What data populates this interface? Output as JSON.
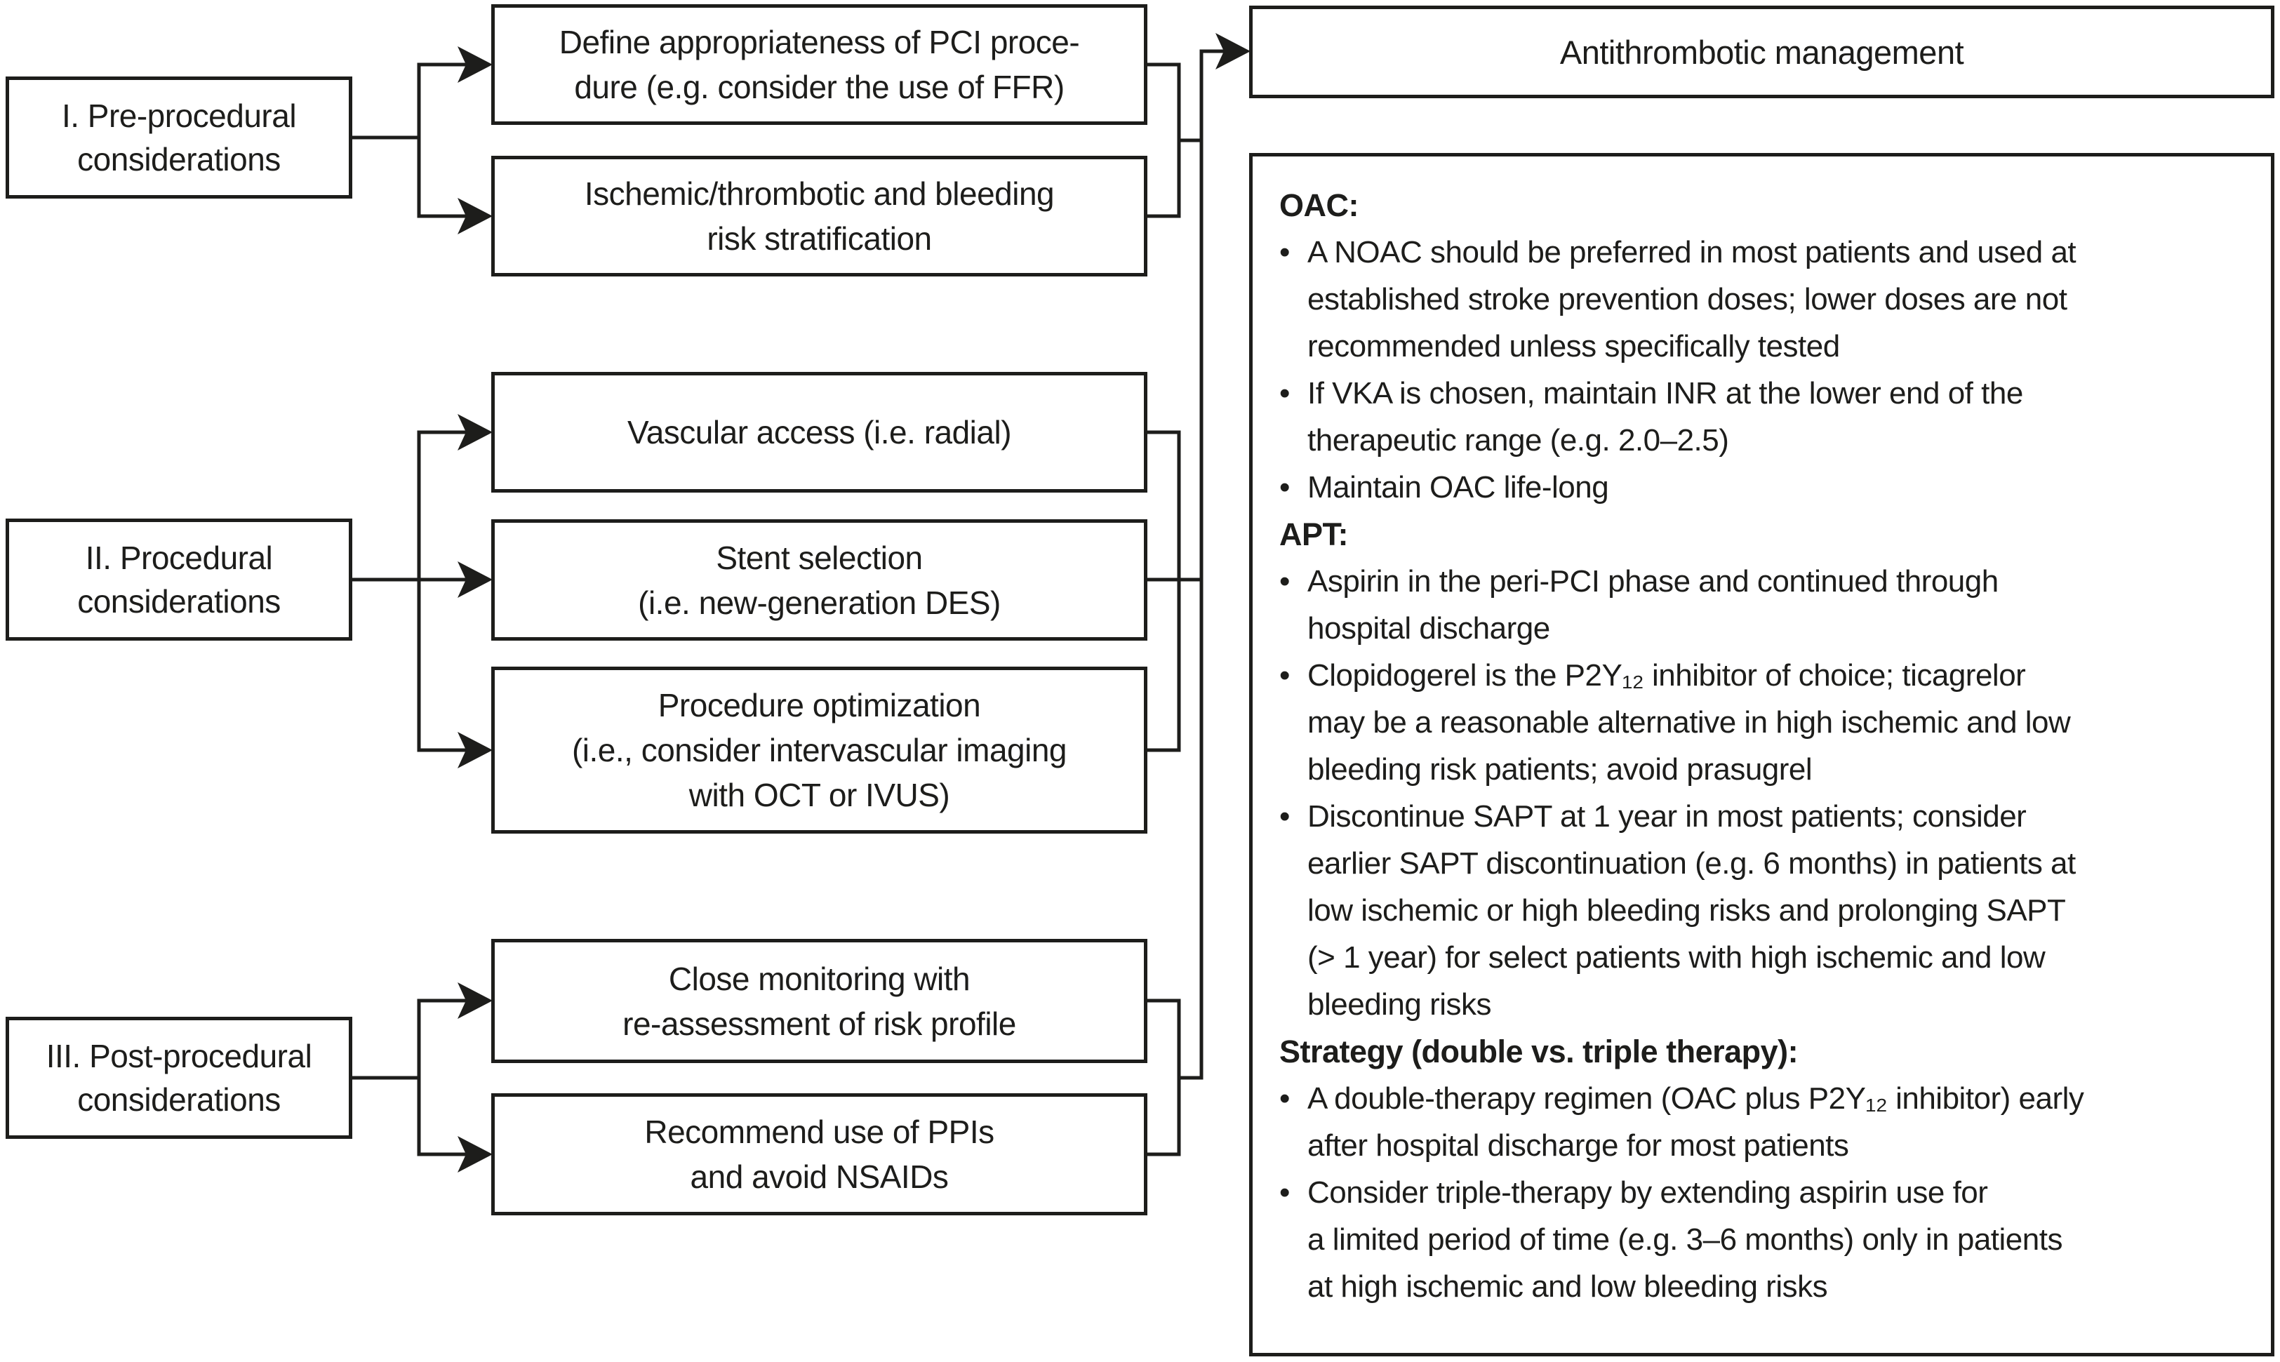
{
  "colors": {
    "ink": "#1d1d1b",
    "background": "#ffffff"
  },
  "bullet_char": "•",
  "left_column": [
    {
      "label": "I. Pre-procedural\nconsiderations"
    },
    {
      "label": "II. Procedural\nconsiderations"
    },
    {
      "label": "III. Post-procedural\nconsiderations"
    }
  ],
  "middle_boxes": [
    {
      "label": "Define appropriateness of PCI proce-\ndure (e.g. consider the use of FFR)"
    },
    {
      "label": "Ischemic/thrombotic and bleeding\nrisk stratification"
    },
    {
      "label": "Vascular access (i.e. radial)"
    },
    {
      "label": "Stent selection\n(i.e. new-generation DES)"
    },
    {
      "label": "Procedure optimization\n(i.e., consider intervascular imaging\nwith OCT or IVUS)"
    },
    {
      "label": "Close monitoring with\nre-assessment of risk profile"
    },
    {
      "label": "Recommend use of PPIs\nand avoid NSAIDs"
    }
  ],
  "right_panel": {
    "title": "Antithrombotic management",
    "sections": [
      {
        "heading": "OAC:",
        "bullets": [
          "A NOAC should be preferred in most patients and used at\nestablished stroke prevention doses; lower doses are not\nrecommended unless specifically tested",
          "If VKA is chosen, maintain INR at the lower end of the\ntherapeutic range (e.g. 2.0–2.5)",
          "Maintain OAC life-long"
        ]
      },
      {
        "heading": "APT:",
        "bullets": [
          "Aspirin in the peri-PCI phase and continued through\nhospital discharge",
          "Clopidogerel is the P2Y₁₂ inhibitor of choice; ticagrelor\nmay be a reasonable alternative in high ischemic and low\nbleeding risk patients; avoid prasugrel",
          "Discontinue SAPT at 1 year in most patients; consider\nearlier SAPT discontinuation (e.g. 6 months) in patients at\nlow ischemic or high bleeding risks and prolonging SAPT\n(> 1 year) for select patients with high ischemic and low\nbleeding risks"
        ]
      },
      {
        "heading": "Strategy (double vs. triple therapy):",
        "bullets": [
          "A double-therapy regimen (OAC plus P2Y₁₂ inhibitor) early\nafter hospital discharge for most patients",
          "Consider triple-therapy by extending aspirin use for\na limited period of time (e.g. 3–6 months) only in patients\nat high ischemic and low bleeding risks"
        ]
      }
    ]
  }
}
